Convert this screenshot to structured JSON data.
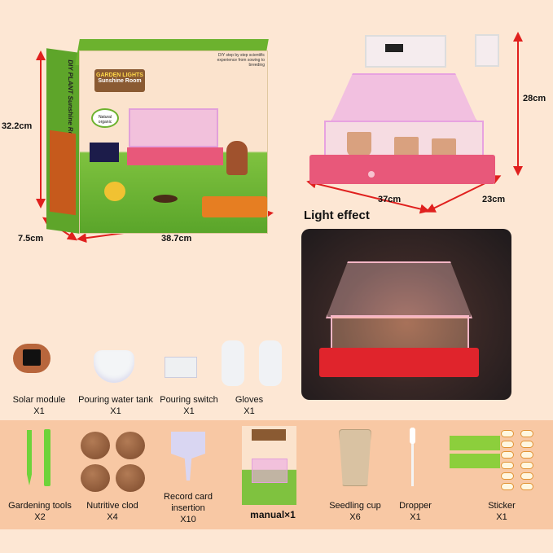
{
  "box": {
    "brand": "GARDEN LIGHTS",
    "subtitle": "Sunshine Room",
    "side_text": "DIY PLANT Sunshine Room",
    "tagline": "DIY step by step scientific experience from sowing to breeding",
    "badge": "Natural organic"
  },
  "dimensions": {
    "box_height": "32.2cm",
    "box_depth": "7.5cm",
    "box_width": "38.7cm",
    "greenhouse_height": "28cm",
    "greenhouse_width": "37cm",
    "greenhouse_depth": "23cm"
  },
  "light_effect_label": "Light effect",
  "accessories": [
    {
      "name": "Solar module",
      "qty": "X1"
    },
    {
      "name": "Pouring water tank",
      "qty": "X1"
    },
    {
      "name": "Pouring switch",
      "qty": "X1"
    },
    {
      "name": "Gloves",
      "qty": "X1"
    }
  ],
  "contents": [
    {
      "name": "Gardening tools",
      "qty": "X2"
    },
    {
      "name": "Nutritive clod",
      "qty": "X4"
    },
    {
      "name": "Record card",
      "name2": "insertion",
      "qty": "X10"
    },
    {
      "name": "manual×1"
    },
    {
      "name": "Seedling cup",
      "qty": "X6"
    },
    {
      "name": "Dropper",
      "qty": "X1"
    },
    {
      "name": "Sticker",
      "qty": "X1"
    }
  ],
  "colors": {
    "background": "#fde7d4",
    "band": "#f8c8a4",
    "arrow": "#e0201e",
    "tray": "#e8587a"
  }
}
